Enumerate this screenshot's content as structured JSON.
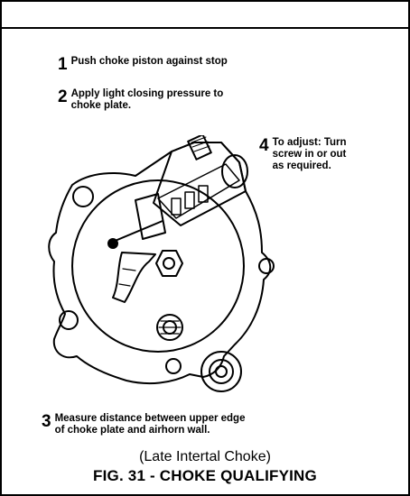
{
  "steps": [
    {
      "num": "1",
      "text": "Push choke piston against stop"
    },
    {
      "num": "2",
      "text_line1": "Apply light closing pressure to",
      "text_line2": "choke plate."
    },
    {
      "num": "3",
      "text_line1": "Measure distance between upper edge",
      "text_line2": "of choke plate and airhorn wall."
    },
    {
      "num": "4",
      "text_line1": "To adjust: Turn",
      "text_line2": "screw in or out",
      "text_line3": "as required."
    }
  ],
  "caption": {
    "subtitle": "(Late Intertal Choke)",
    "title": "FIG. 31 - CHOKE QUALIFYING"
  }
}
